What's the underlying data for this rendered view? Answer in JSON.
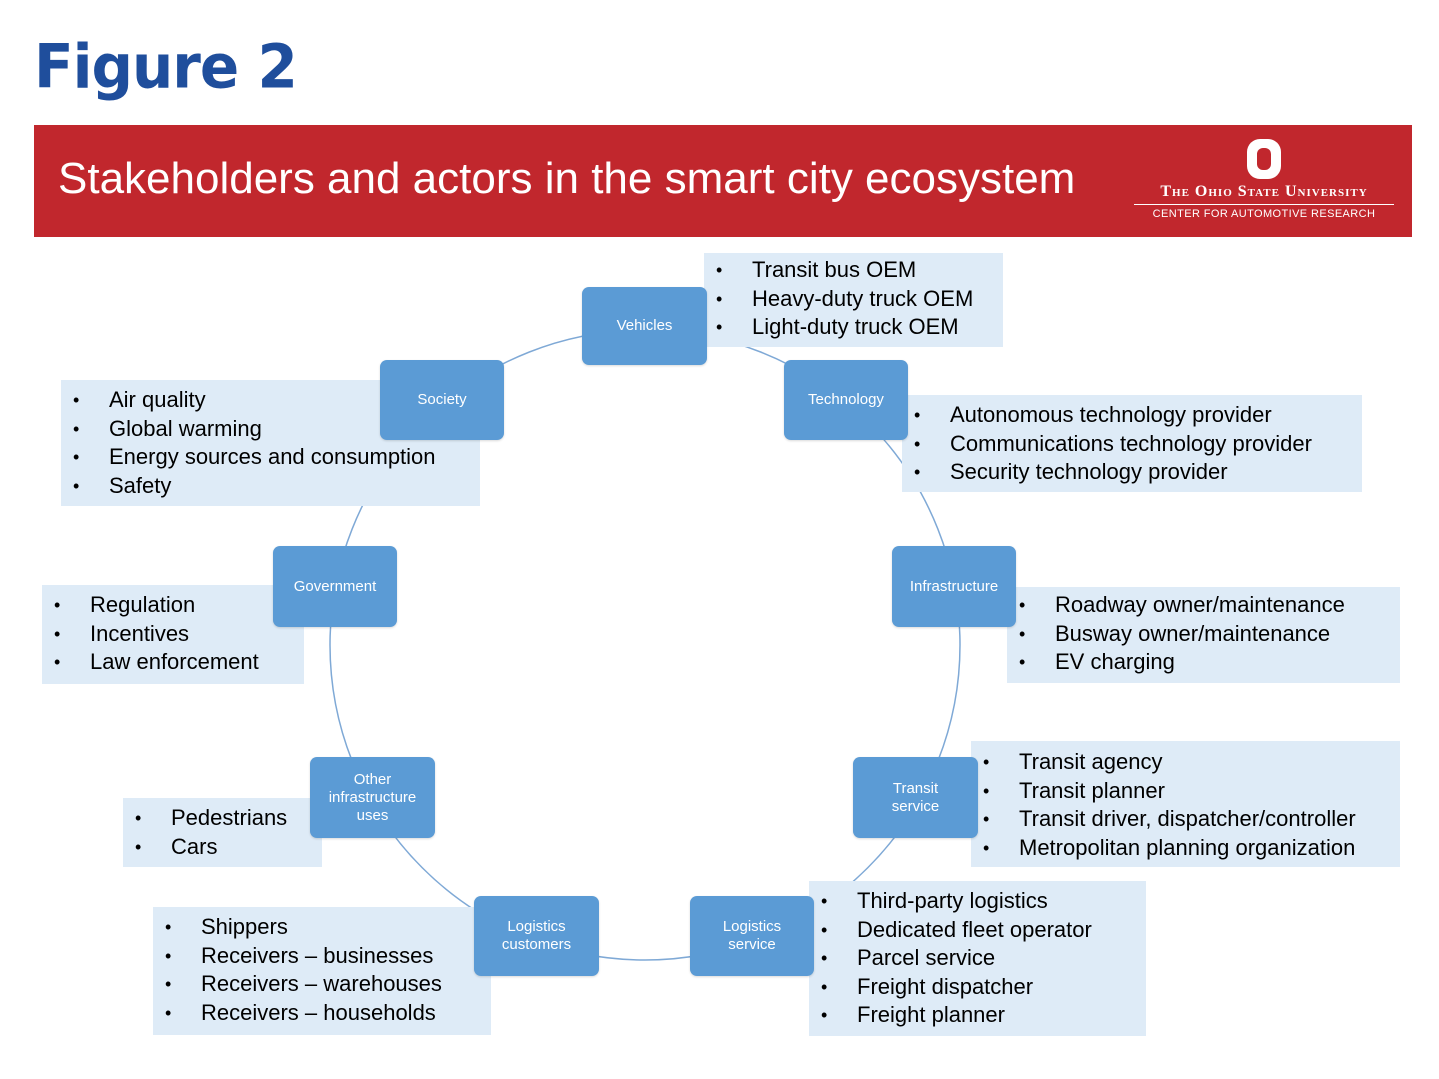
{
  "figure_label": "Figure 2",
  "banner": {
    "title": "Stakeholders and actors in the smart city ecosystem",
    "logo_name": "The Ohio State University",
    "logo_subtitle": "CENTER FOR AUTOMOTIVE RESEARCH",
    "color": "#c1272d"
  },
  "colors": {
    "node_fill": "#5b9bd5",
    "panel_fill": "#deebf7",
    "title_blue": "#1f4e9c"
  },
  "nodes": [
    {
      "id": "vehicles",
      "label": "Vehicles",
      "items": [
        "Transit bus OEM",
        "Heavy-duty truck OEM",
        "Light-duty truck OEM"
      ]
    },
    {
      "id": "technology",
      "label": "Technology",
      "items": [
        "Autonomous technology provider",
        "Communications technology provider",
        "Security technology provider"
      ]
    },
    {
      "id": "infrastructure",
      "label": "Infrastructure",
      "items": [
        "Roadway owner/maintenance",
        "Busway owner/maintenance",
        "EV charging"
      ]
    },
    {
      "id": "transit-service",
      "label": "Transit service",
      "items": [
        "Transit agency",
        "Transit planner",
        "Transit driver, dispatcher/controller",
        "Metropolitan planning organization"
      ]
    },
    {
      "id": "logistics-service",
      "label": "Logistics service",
      "items": [
        "Third-party logistics",
        "Dedicated fleet operator",
        "Parcel service",
        "Freight dispatcher",
        "Freight planner"
      ]
    },
    {
      "id": "logistics-customers",
      "label": "Logistics customers",
      "items": [
        "Shippers",
        "Receivers – businesses",
        "Receivers – warehouses",
        "Receivers – households"
      ]
    },
    {
      "id": "other-infrastructure-uses",
      "label": "Other infrastructure uses",
      "items": [
        "Pedestrians",
        "Cars"
      ]
    },
    {
      "id": "government",
      "label": "Government",
      "items": [
        "Regulation",
        "Incentives",
        "Law enforcement"
      ]
    },
    {
      "id": "society",
      "label": "Society",
      "items": [
        "Air quality",
        "Global warming",
        "Energy sources and consumption",
        "Safety"
      ]
    }
  ]
}
